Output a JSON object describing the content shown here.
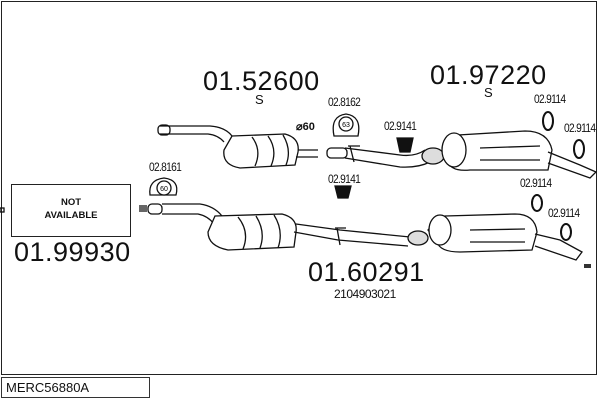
{
  "diagram": {
    "title_code": "MERC56880A",
    "parts": [
      {
        "id": "front-pipe",
        "number": "01.99930",
        "note": "NOT AVAILABLE"
      },
      {
        "id": "middle-silencer-upper",
        "number": "01.52600",
        "suffix": "S"
      },
      {
        "id": "rear-silencer-upper",
        "number": "01.97220",
        "suffix": "S"
      },
      {
        "id": "silencer-assembly-lower",
        "number": "01.60291",
        "oe_number": "2104903021"
      }
    ],
    "fittings": {
      "clamp_front": {
        "number": "02.8161",
        "size": "60"
      },
      "clamp_mid": {
        "number": "02.8162",
        "size": "63"
      },
      "diameter_label": "⌀60",
      "hanger_upper": "02.9141",
      "hanger_lower": "02.9141",
      "rubber_1": "02.9114",
      "rubber_2": "02.9114",
      "rubber_3": "02.9114",
      "rubber_4": "02.9114"
    },
    "not_available_line1": "NOT",
    "not_available_line2": "AVAILABLE"
  }
}
